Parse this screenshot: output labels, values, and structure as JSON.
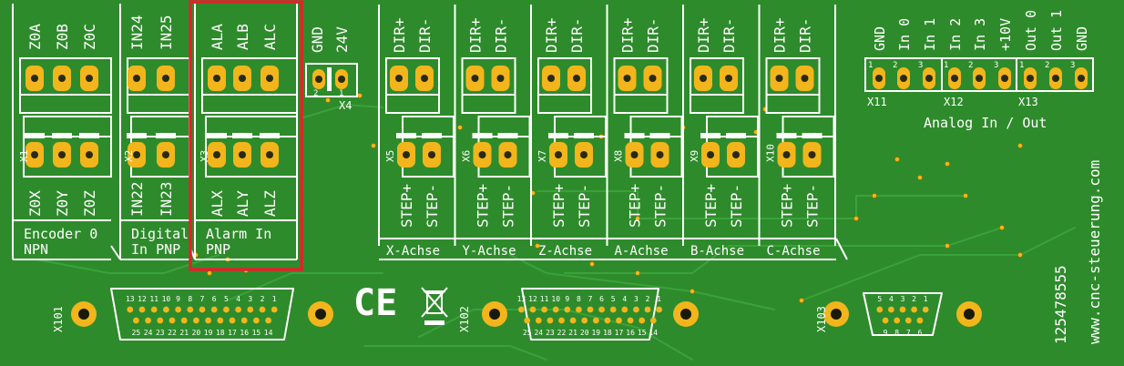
{
  "board": {
    "colors": {
      "pcb": "#2e8b2b",
      "silk": "#ffffff",
      "pad": "#f2b51c",
      "trace": "#3aa23a",
      "highlight": "#e0222a"
    },
    "groups": [
      {
        "ref_top": "",
        "top_pins": [
          "Z0A",
          "Z0B",
          "Z0C"
        ],
        "ref": "X1",
        "bottom_pins": [
          "Z0X",
          "Z0Y",
          "Z0Z"
        ],
        "label1": "Encoder 0",
        "label2": "NPN"
      },
      {
        "top_pins": [
          "IN24",
          "IN25"
        ],
        "ref": "X2",
        "bottom_pins": [
          "IN22",
          "IN23"
        ],
        "label1": "Digital",
        "label2": "In PNP"
      },
      {
        "top_pins": [
          "ALA",
          "ALB",
          "ALC"
        ],
        "ref": "X3",
        "bottom_pins": [
          "ALX",
          "ALY",
          "ALZ"
        ],
        "label1": "Alarm In",
        "label2": "PNP"
      }
    ],
    "x4": {
      "pins": [
        "GND",
        "24V"
      ],
      "ref": "X4",
      "pad_nums": [
        "2",
        "1"
      ]
    },
    "axes": [
      {
        "ref": "X5",
        "top_pins": [
          "DIR+",
          "DIR-"
        ],
        "bottom_pins": [
          "STEP+",
          "STEP-"
        ],
        "label": "X-Achse"
      },
      {
        "ref": "X6",
        "top_pins": [
          "DIR+",
          "DIR-"
        ],
        "bottom_pins": [
          "STEP+",
          "STEP-"
        ],
        "label": "Y-Achse"
      },
      {
        "ref": "X7",
        "top_pins": [
          "DIR+",
          "DIR-"
        ],
        "bottom_pins": [
          "STEP+",
          "STEP-"
        ],
        "label": "Z-Achse"
      },
      {
        "ref": "X8",
        "top_pins": [
          "DIR+",
          "DIR-"
        ],
        "bottom_pins": [
          "STEP+",
          "STEP-"
        ],
        "label": "A-Achse"
      },
      {
        "ref": "X9",
        "top_pins": [
          "DIR+",
          "DIR-"
        ],
        "bottom_pins": [
          "STEP+",
          "STEP-"
        ],
        "label": "B-Achse"
      },
      {
        "ref": "X10",
        "top_pins": [
          "DIR+",
          "DIR-"
        ],
        "bottom_pins": [
          "STEP+",
          "STEP-"
        ],
        "label": "C-Achse"
      }
    ],
    "analog": {
      "pins": [
        "GND",
        "In 0",
        "In 1",
        "In 2",
        "In 3",
        "+10V",
        "Out 0",
        "Out 1",
        "GND"
      ],
      "pad_nums": [
        "1",
        "2",
        "3",
        "1",
        "2",
        "3",
        "1",
        "2",
        "3"
      ],
      "refs": [
        "X11",
        "X12",
        "X13"
      ],
      "label": "Analog In / Out"
    },
    "sub_connectors": [
      {
        "ref": "X101",
        "top_nums": [
          "13",
          "12",
          "11",
          "10",
          "9",
          "8",
          "7",
          "6",
          "5",
          "4",
          "3",
          "2",
          "1"
        ],
        "bottom_nums": [
          "25",
          "24",
          "23",
          "22",
          "21",
          "20",
          "19",
          "18",
          "17",
          "16",
          "15",
          "14"
        ]
      },
      {
        "ref": "X102",
        "top_nums": [
          "13",
          "12",
          "11",
          "10",
          "9",
          "8",
          "7",
          "6",
          "5",
          "4",
          "3",
          "2",
          "1"
        ],
        "bottom_nums": [
          "25",
          "24",
          "23",
          "22",
          "21",
          "20",
          "19",
          "18",
          "17",
          "16",
          "15",
          "14"
        ]
      },
      {
        "ref": "X103",
        "top_nums": [
          "5",
          "4",
          "3",
          "2",
          "1"
        ],
        "bottom_nums": [
          "9",
          "8",
          "7",
          "6"
        ]
      }
    ],
    "ce_mark": "CE",
    "serial": "125478555",
    "url": "www.cnc-steuerung.com"
  }
}
